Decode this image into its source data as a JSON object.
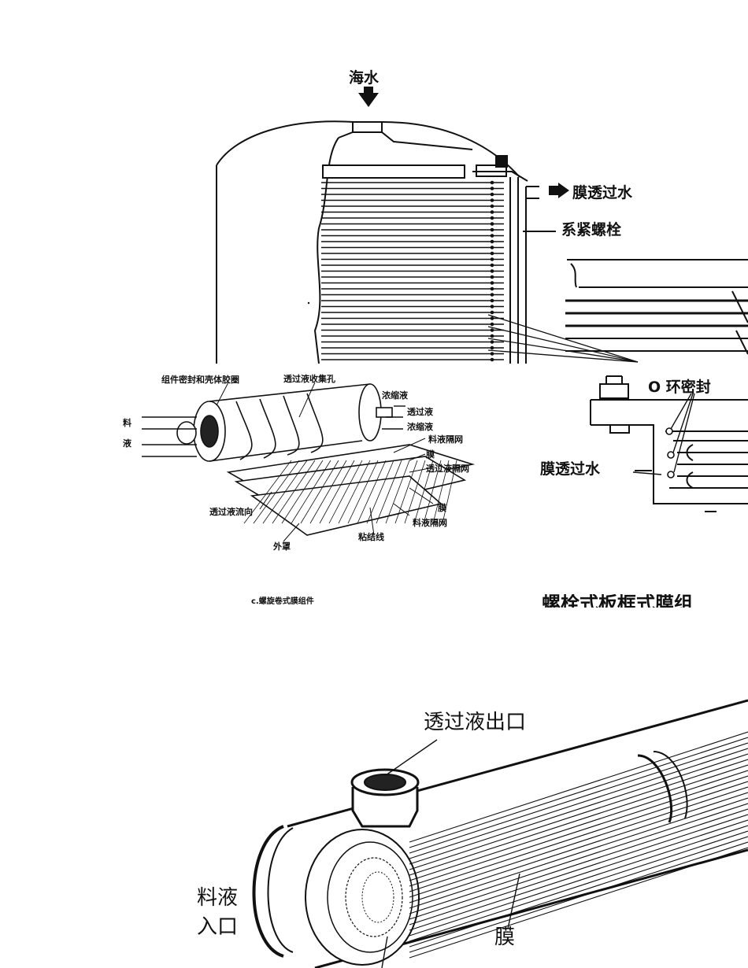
{
  "plate_frame": {
    "labels": {
      "seawater": "海水",
      "permeate_out": "膜透过水",
      "tie_bolt": "系紧螺栓",
      "o_ring": "O 环密封",
      "permeate_out_2": "膜透过水"
    },
    "caption": "螺栓式板框式膜组"
  },
  "spiral": {
    "labels": {
      "seal": "组件密封和壳体胶圈",
      "collect_hole": "透过液收集孔",
      "concentrate": "浓缩液",
      "permeate": "透过液",
      "concentrate_2": "浓缩液",
      "feed_spacer": "料液隔网",
      "membrane": "膜",
      "permeate_spacer": "透过液隔网",
      "feed_char_1": "料",
      "feed_char_2": "液",
      "flow_direction": "透过液流向",
      "membrane_2": "膜",
      "feed_spacer_2": "料液隔网",
      "outer_cover": "外罩",
      "glue_line": "粘结线"
    },
    "caption": "c.螺旋卷式膜组件"
  },
  "tubular": {
    "labels": {
      "permeate_outlet": "透过液出口",
      "feed_inlet_1": "料液",
      "feed_inlet_2": "入口",
      "membrane": "膜"
    }
  },
  "colors": {
    "ink": "#111111",
    "paper": "#ffffff"
  }
}
